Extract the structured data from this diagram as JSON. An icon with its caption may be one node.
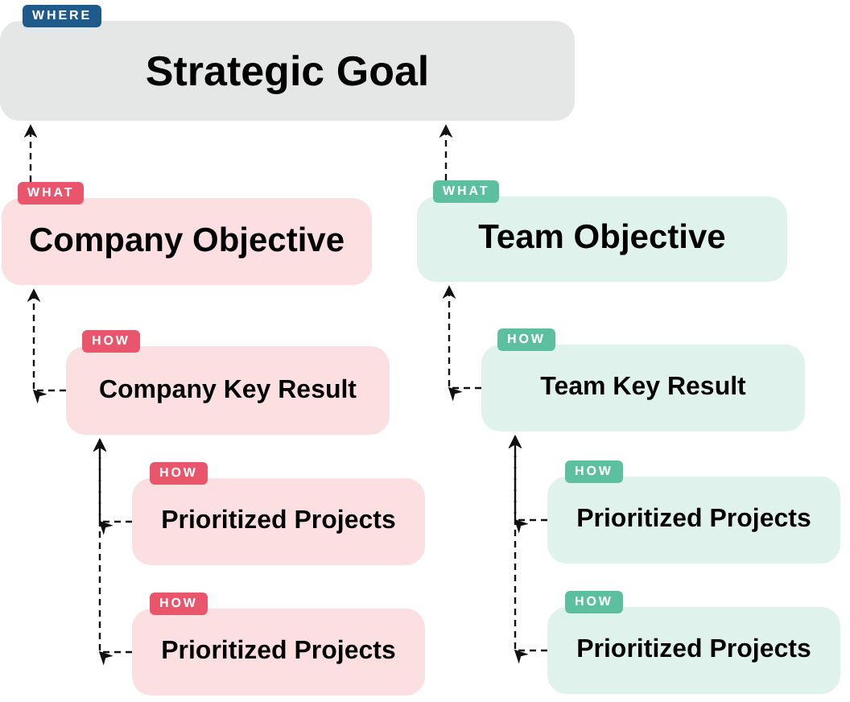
{
  "diagram": {
    "nodes": [
      {
        "text": [
          "WHERE",
          "Strategic Goal"
        ]
      },
      {
        "text": [
          "WHAT",
          "Company Objective"
        ]
      },
      {
        "text": [
          "WHAT",
          "Team Objective"
        ]
      },
      {
        "text": [
          "HOW",
          "Company Key Result"
        ]
      },
      {
        "text": [
          "HOW",
          "Team Key Result"
        ]
      },
      {
        "text": [
          "HOW",
          "Prioritized Projects"
        ]
      },
      {
        "text": [
          "HOW",
          "Prioritized Projects"
        ]
      },
      {
        "text": [
          "HOW",
          "Prioritized Projects"
        ]
      },
      {
        "text": [
          "HOW",
          "Prioritized Projects"
        ]
      }
    ],
    "edges": [
      {
        "from": 1,
        "to": 0,
        "arrow": "to",
        "style": "dashed"
      },
      {
        "from": 2,
        "to": 0,
        "arrow": "to",
        "style": "dashed"
      },
      {
        "from": 3,
        "to": 1,
        "arrow": "to",
        "style": "dashed"
      },
      {
        "from": 4,
        "to": 2,
        "arrow": "to",
        "style": "dashed"
      },
      {
        "from": 5,
        "to": 3,
        "arrow": "to",
        "style": "dashed"
      },
      {
        "from": 7,
        "to": 3,
        "arrow": "to",
        "style": "dashed"
      },
      {
        "from": 6,
        "to": 4,
        "arrow": "to",
        "style": "dashed"
      },
      {
        "from": 8,
        "to": 4,
        "arrow": "to",
        "style": "dashed"
      }
    ]
  }
}
